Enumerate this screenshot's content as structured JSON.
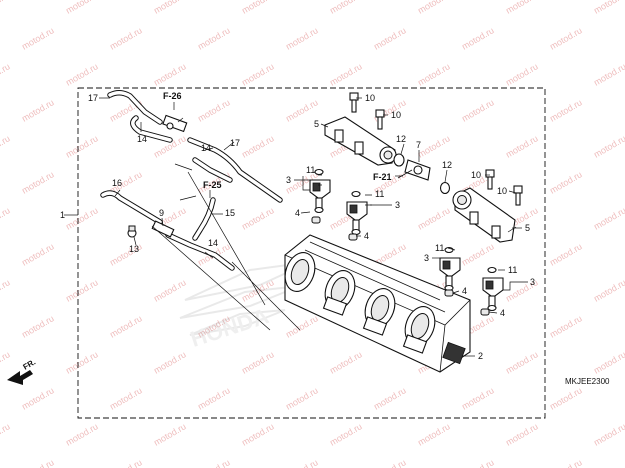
{
  "diagram": {
    "code": "MKJEE2300",
    "direction_label": "FR.",
    "watermark_text": "motod.ru",
    "references": [
      "F-26",
      "F-25",
      "F-21"
    ],
    "part_numbers": {
      "p1": "1",
      "p2": "2",
      "p3a": "3",
      "p3b": "3",
      "p3c": "3",
      "p3d": "3",
      "p4a": "4",
      "p4b": "4",
      "p4c": "4",
      "p4d": "4",
      "p5a": "5",
      "p5b": "5",
      "p7": "7",
      "p9": "9",
      "p10a": "10",
      "p10b": "10",
      "p10c": "10",
      "p10d": "10",
      "p11a": "11",
      "p11b": "11",
      "p11c": "11",
      "p11d": "11",
      "p12a": "12",
      "p12b": "12",
      "p13": "13",
      "p14a": "14",
      "p14b": "14",
      "p14c": "14",
      "p15": "15",
      "p16": "16",
      "p17a": "17",
      "p17b": "17"
    },
    "colors": {
      "line": "#111111",
      "watermark": "#e28a8a",
      "background": "#ffffff"
    }
  }
}
